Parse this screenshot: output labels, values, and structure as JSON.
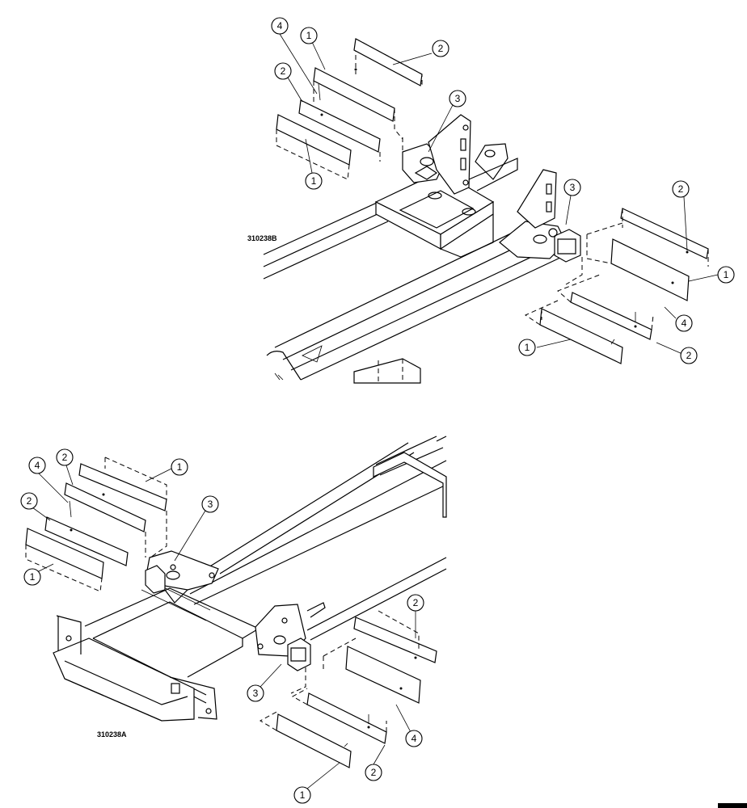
{
  "figures": [
    {
      "id": "310238B",
      "callouts": [
        "4",
        "1",
        "2",
        "2",
        "3",
        "1",
        "3",
        "2",
        "1",
        "4",
        "1",
        "2"
      ]
    },
    {
      "id": "310238A",
      "callouts": [
        "2",
        "1",
        "4",
        "2",
        "3",
        "1",
        "3",
        "2",
        "4",
        "2",
        "1"
      ]
    }
  ]
}
